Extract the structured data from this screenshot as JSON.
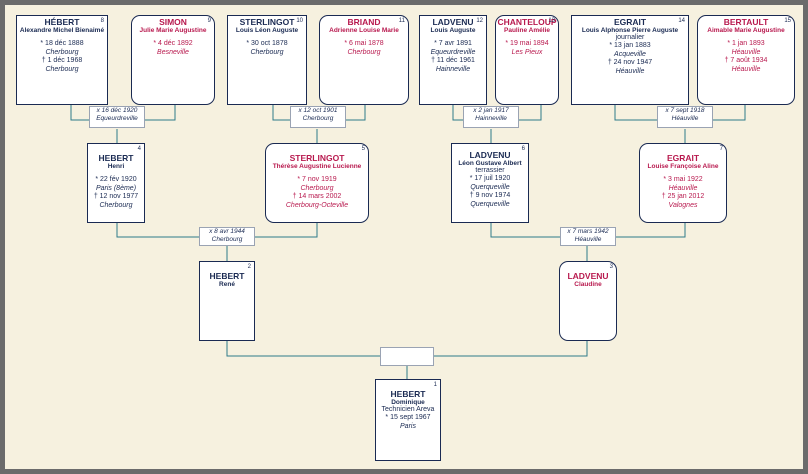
{
  "people": {
    "p1": {
      "num": "1",
      "surname": "HEBERT",
      "given": "Dominique",
      "occupation": "Technicien Areva",
      "birth": "* 15 sept 1967",
      "birth_place": "Paris"
    },
    "p2": {
      "num": "2",
      "surname": "HEBERT",
      "given": "René"
    },
    "p3": {
      "num": "3",
      "surname": "LADVENU",
      "given": "Claudine"
    },
    "p4": {
      "num": "4",
      "surname": "HEBERT",
      "given": "Henri",
      "birth": "* 22 fév 1920",
      "birth_place": "Paris (8ème)",
      "death": "† 12 nov 1977",
      "death_place": "Cherbourg"
    },
    "p5": {
      "num": "5",
      "surname": "STERLINGOT",
      "given": "Thérèse Augustine Lucienne",
      "birth": "* 7 nov 1919",
      "birth_place": "Cherbourg",
      "death": "† 14 mars 2002",
      "death_place": "Cherbourg-Octeville"
    },
    "p6": {
      "num": "6",
      "surname": "LADVENU",
      "given": "Léon Gustave Albert",
      "occupation": "terrassier",
      "birth": "* 17 juil 1920",
      "birth_place": "Querqueville",
      "death": "† 9 nov 1974",
      "death_place": "Querqueville"
    },
    "p7": {
      "num": "7",
      "surname": "EGRAIT",
      "given": "Louise Françoise Aline",
      "birth": "* 3 mai 1922",
      "birth_place": "Héauville",
      "death": "† 25 jan 2012",
      "death_place": "Valognes"
    },
    "p8": {
      "num": "8",
      "surname": "HÉBERT",
      "given": "Alexandre Michel Bienaimé",
      "birth": "* 18 déc 1888",
      "birth_place": "Cherbourg",
      "death": "† 1 déc 1968",
      "death_place": "Cherbourg"
    },
    "p9": {
      "num": "9",
      "surname": "SIMON",
      "given": "Julie Marie Augustine",
      "birth": "* 4 déc 1892",
      "birth_place": "Besneville"
    },
    "p10": {
      "num": "10",
      "surname": "STERLINGOT",
      "given": "Louis Léon Auguste",
      "birth": "* 30 oct 1878",
      "birth_place": "Cherbourg"
    },
    "p11": {
      "num": "11",
      "surname": "BRIAND",
      "given": "Adrienne Louise Marie",
      "birth": "* 6 mai 1878",
      "birth_place": "Cherbourg"
    },
    "p12": {
      "num": "12",
      "surname": "LADVENU",
      "given": "Louis Auguste",
      "birth": "* 7 avr 1891",
      "birth_place": "Equeurdreville",
      "death": "† 11 déc 1961",
      "death_place": "Hainneville"
    },
    "p13": {
      "num": "13",
      "surname": "CHANTELOUP",
      "given": "Pauline Amélie",
      "birth": "* 19 mai 1894",
      "birth_place": "Les Pieux"
    },
    "p14": {
      "num": "14",
      "surname": "EGRAIT",
      "given": "Louis Alphonse Pierre Auguste",
      "occupation": "journalier",
      "birth": "* 13 jan 1883",
      "birth_place": "Acqueville",
      "death": "† 24 nov 1947",
      "death_place": "Héauville"
    },
    "p15": {
      "num": "15",
      "surname": "BERTAULT",
      "given": "Aimable Marie Augustine",
      "birth": "* 1 jan 1893",
      "birth_place": "Héauville",
      "death": "† 7 août 1934",
      "death_place": "Héauville"
    }
  },
  "marriages": {
    "m8": {
      "date": "x 16 déc 1920",
      "place": "Equeurdreville"
    },
    "m10": {
      "date": "x 12 oct 1901",
      "place": "Cherbourg"
    },
    "m12": {
      "date": "x 2 jan 1917",
      "place": "Hainneville"
    },
    "m14": {
      "date": "x 7 sept 1918",
      "place": "Héauville"
    },
    "m4": {
      "date": "x 8 avr 1944",
      "place": "Cherbourg"
    },
    "m6": {
      "date": "x 7 mars 1942",
      "place": "Héauville"
    },
    "m2": {
      "date": "",
      "place": ""
    }
  },
  "colors": {
    "background": "#f6f1df",
    "frame": "#6b6b6b",
    "male_text": "#1a2a52",
    "female_text": "#b8194e",
    "line": "#2f7a8a"
  }
}
